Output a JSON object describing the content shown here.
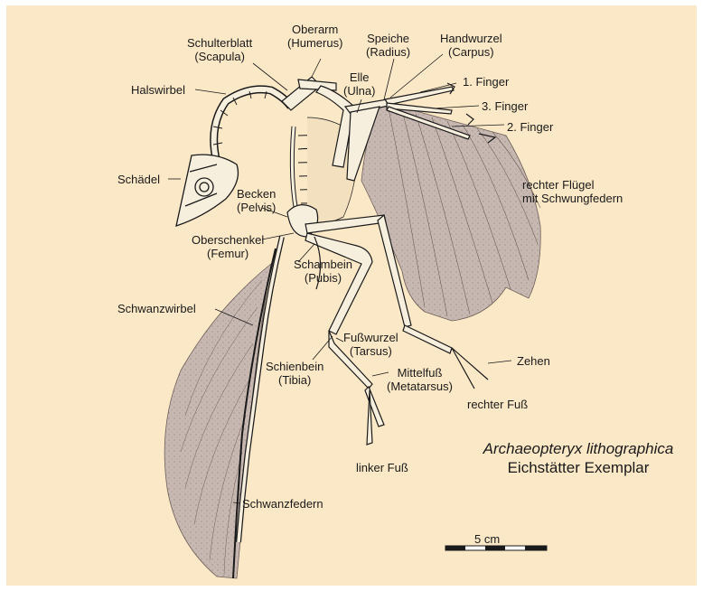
{
  "colors": {
    "background": "#fbe8c7",
    "feather_fill": "#c8b8b2",
    "bone_fill": "#f7efde",
    "line": "#1a1a1a"
  },
  "labels": {
    "schulterblatt": [
      "Schulterblatt",
      "(Scapula)"
    ],
    "oberarm": [
      "Oberarm",
      "(Humerus)"
    ],
    "speiche": [
      "Speiche",
      "(Radius)"
    ],
    "handwurzel": [
      "Handwurzel",
      "(Carpus)"
    ],
    "elle": [
      "Elle",
      "(Ulna)"
    ],
    "finger1": "1. Finger",
    "finger3": "3. Finger",
    "finger2": "2. Finger",
    "halswirbel": "Halswirbel",
    "schaedel": "Schädel",
    "becken": [
      "Becken",
      "(Pelvis)"
    ],
    "rechter_fluegel": [
      "rechter Flügel",
      "mit Schwungfedern"
    ],
    "oberschenkel": [
      "Oberschenkel",
      "(Femur)"
    ],
    "schambein": [
      "Schambein",
      "(Pubis)"
    ],
    "schwanzwirbel": "Schwanzwirbel",
    "fusswurzel": [
      "Fußwurzel",
      "(Tarsus)"
    ],
    "schienbein": [
      "Schienbein",
      "(Tibia)"
    ],
    "mittelfuss": [
      "Mittelfuß",
      "(Metatarsus)"
    ],
    "zehen": "Zehen",
    "rechter_fuss": "rechter Fuß",
    "linker_fuss": "linker Fuß",
    "schwanzfedern": "Schwanzfedern"
  },
  "caption": {
    "species": "Archaeopteryx lithographica",
    "specimen": "Eichstätter Exemplar"
  },
  "scale_bar": {
    "label": "5 cm"
  }
}
